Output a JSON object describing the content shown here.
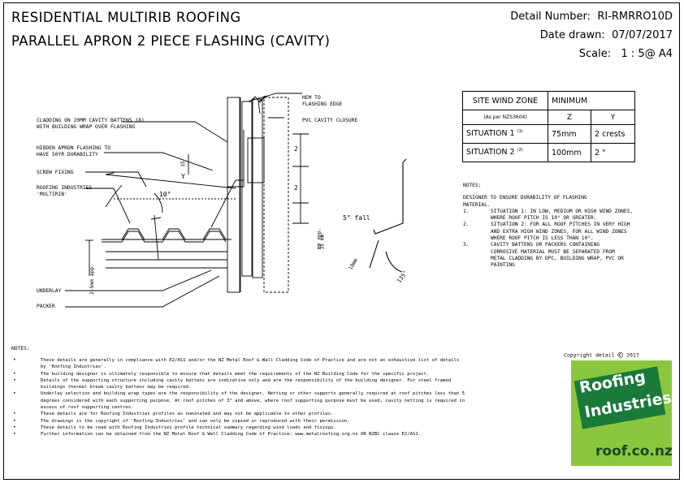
{
  "title_line1": "RESIDENTIAL MULTIRIB ROOFING",
  "title_line2": "PARALLEL APRON 2 PIECE FLASHING (CAVITY)",
  "meta": {
    "detail_label": "Detail Number:",
    "detail_value": "RI-RMRRO10D",
    "date_label": "Date drawn:",
    "date_value": "07/07/2017",
    "scale_label": "Scale:",
    "scale_value": "1 : 5@ A4"
  },
  "labels": {
    "cladding": "CLADDING ON 20mm CAVITY BATTENS (8)",
    "cladding2": "WITH BUILDING WRAP OVER FLASHING",
    "hidden1": "HIDDEN APRON FLASHING TO",
    "hidden2": "HAVE 50yr DURABILITY",
    "screw": "SCREW FIXING",
    "ri1": "ROOFING INDUSTRIES",
    "ri2": "'MULTIRIB'",
    "hem1": "HEM TO",
    "hem2": "FLASHING EDGE",
    "pvc": "PVC CAVITY CLOSURE",
    "underlay": "UNDERLAY",
    "packer": "PACKER",
    "dim_y": "Y",
    "dim_2a": "2",
    "dim_2b": "2",
    "dim_15": "15",
    "dim_10": "10",
    "angle": "10°",
    "gap1": "mm app.",
    "gap2": "35 mm",
    "gap3": "2-5mm app.",
    "fall": "5° fall",
    "dim_10mm": "10mm",
    "angle135": "135°"
  },
  "wind_table": {
    "header_left": "SITE WIND ZONE",
    "header_right": "MINIMUM",
    "sub_left": "(As per NZS3604)",
    "col_z": "Z",
    "col_y": "Y",
    "rows": [
      {
        "name": "SITUATION 1",
        "sup": "(1)",
        "z": "75mm",
        "y": "2 crests"
      },
      {
        "name": "SITUATION 2",
        "sup": "(2)",
        "z": "100mm",
        "y": "2  \""
      }
    ]
  },
  "right_notes": {
    "heading": "NOTES:",
    "line1": "DESIGNER TO ENSURE DURABILITY OF FLASHING",
    "line2": "MATERIAL.",
    "items": [
      {
        "num": "1.",
        "text": "SITUATION 1: IN LOW, MEDIUM OR HIGH WIND ZONES,\nWHERE ROOF PITCH IS 10° OR GREATER."
      },
      {
        "num": "2.",
        "text": "SITUATION 2: FOR ALL ROOF PITCHES IN VERY HIGH\nAND EXTRA HIGH WIND ZONES, FOR ALL WIND ZONES\nWHERE ROOF PITCH IS LESS THAN 10°."
      },
      {
        "num": "3.",
        "text": "CAVITY BATTENS OR PACKERS CONTAINING\nCORROSIVE MATERIAL MUST BE SEPARATED FROM\nMETAL CLADDING BY DPC, BUILDING WRAP, PVC OR\nPAINTING"
      }
    ]
  },
  "notes": {
    "heading": "NOTES:",
    "items": [
      "These details are generally in compliance with E2/AS1 and/or the NZ Metal Roof & Wall Cladding Code of Practice and are not an exhaustive list of details by 'Roofing Industries'.",
      "The building designer is ultimately responsible to ensure that details meet the requirements of the NZ Building Code for the specific project.",
      "Details of the supporting structure including cavity battens are indicative only and are the responsibility of the building designer. For steel framed buildings thermal break cavity battens may be required.",
      "Underlay selection and building wrap types are the responsibility of the designer. Netting or other supports generally required at roof pitches less than 5 degrees considered with each supporting purpose. At roof pitches of 3° and above, where roof supporting purpose must be used, cavity netting is required in excess of roof supporting centres.",
      "These details are for Roofing Industries profiles as nominated and may not be applicable to other profiles.",
      "The drawings is the copyright of 'Roofing Industries' and can only be copied or reproduced with their permission.",
      "These details to be read with Roofing Industries profile technical summary regarding wind loads and fixings.",
      "Further information can be obtained from the NZ Metal Roof & Wall Cladding Code of Practice: www.metalroofing.org.nz OR NZBC clause E2/AS1."
    ]
  },
  "copyright": "Copyright detail",
  "copyright_year": "2017",
  "logo": {
    "word1": "Roofing",
    "word2": "Industries",
    "url": "roof.co.nz",
    "bg_color": "#8cc63f",
    "box_color": "#1a7a3a"
  }
}
